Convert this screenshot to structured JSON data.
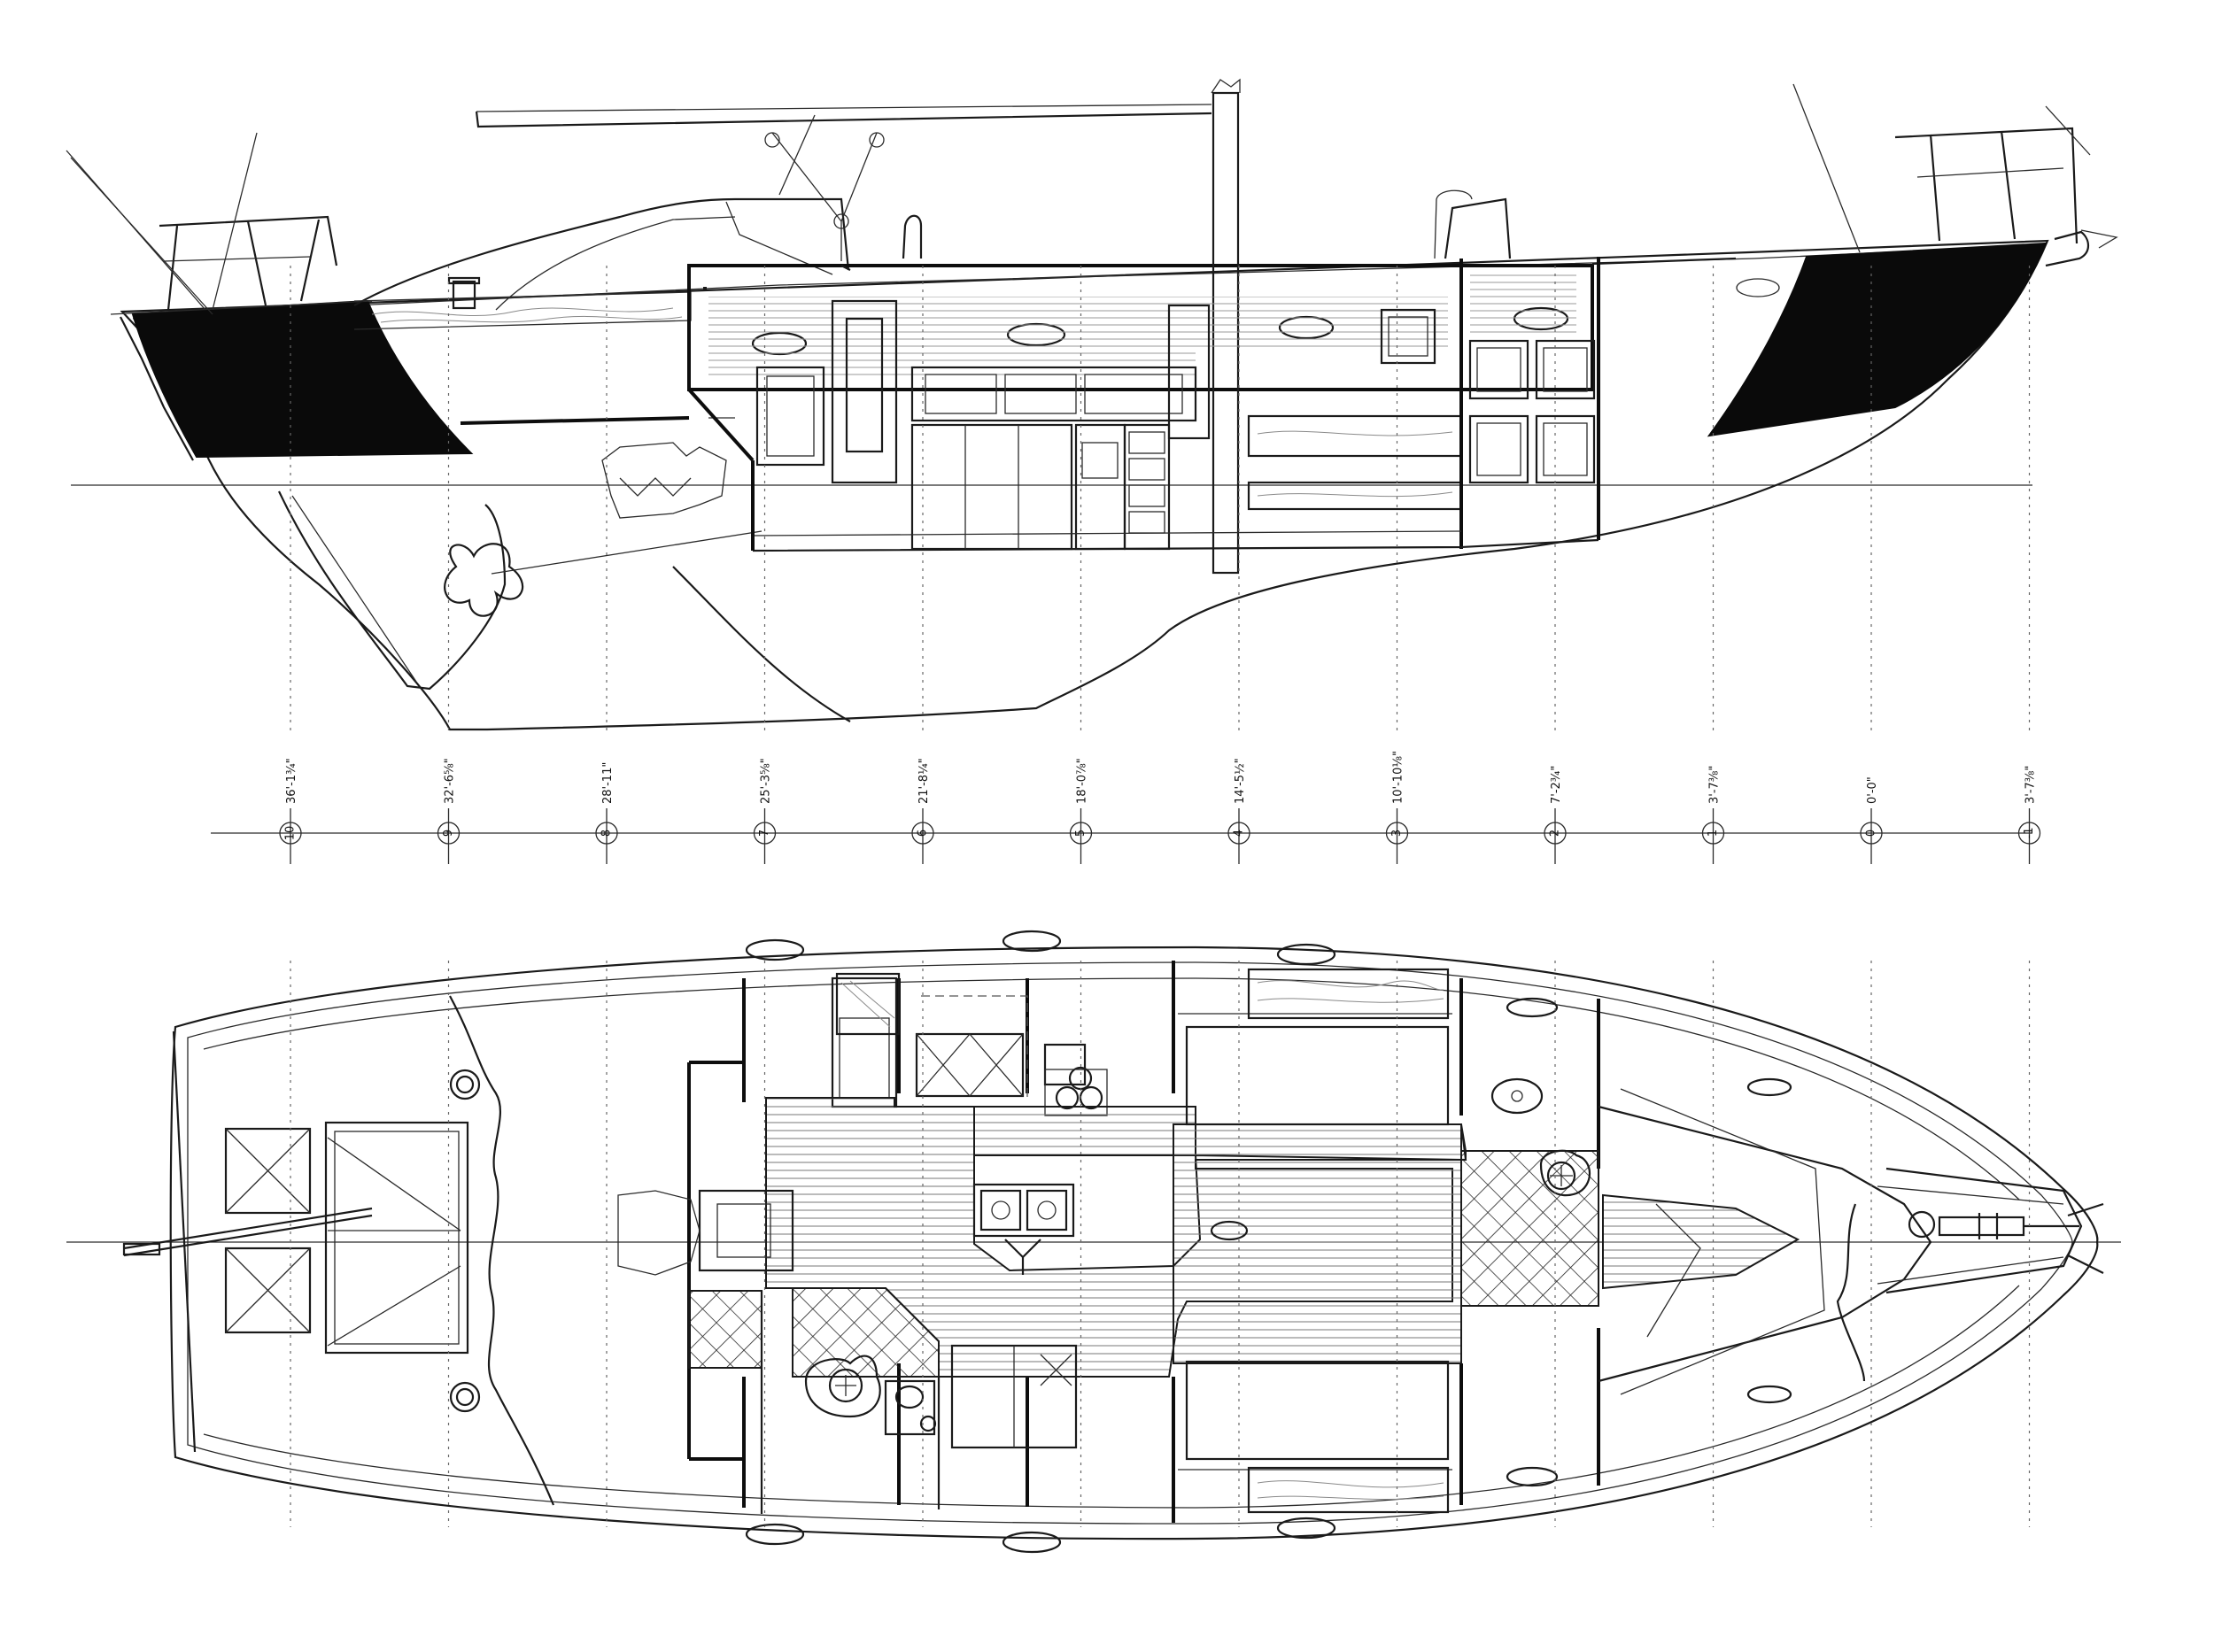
{
  "stations": [
    {
      "number": "10",
      "distance": "36'-1¾\""
    },
    {
      "number": "9",
      "distance": "32'-6⅝\""
    },
    {
      "number": "8",
      "distance": "28'-11\""
    },
    {
      "number": "7",
      "distance": "25'-3⅝\""
    },
    {
      "number": "6",
      "distance": "21'-8¼\""
    },
    {
      "number": "5",
      "distance": "18'-0⅞\""
    },
    {
      "number": "4",
      "distance": "14'-5½\""
    },
    {
      "number": "3",
      "distance": "10'-10⅛\""
    },
    {
      "number": "2",
      "distance": "7'-2¾\""
    },
    {
      "number": "1",
      "distance": "3'-7⅜\""
    },
    {
      "number": "0",
      "distance": "0'-0\""
    },
    {
      "number": "-1",
      "distance": "3'-7⅜\""
    }
  ]
}
